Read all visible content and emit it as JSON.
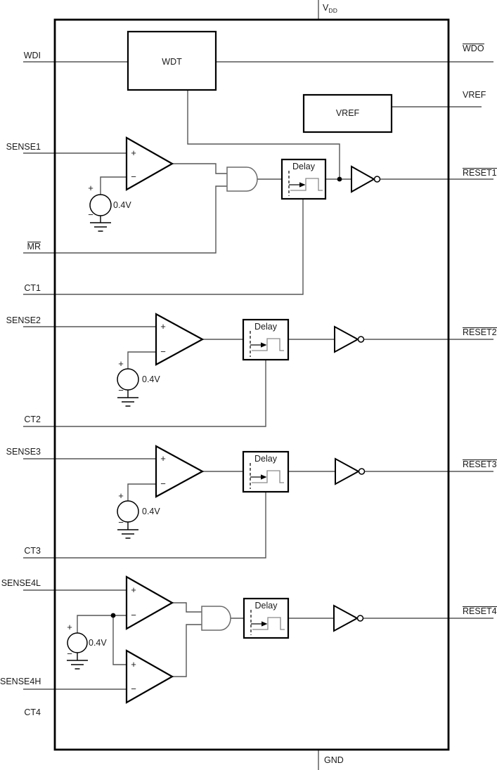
{
  "pins": {
    "top": {
      "vdd_base": "V",
      "vdd_sub": "DD"
    },
    "bottom": {
      "gnd": "GND"
    },
    "left": {
      "wdi": "WDI",
      "sense1": "SENSE1",
      "mr": "MR",
      "ct1": "CT1",
      "sense2": "SENSE2",
      "ct2": "CT2",
      "sense3": "SENSE3",
      "ct3": "CT3",
      "sense4l": "SENSE4L",
      "sense4h": "SENSE4H",
      "ct4": "CT4"
    },
    "right": {
      "wdo": "WDO",
      "vref": "VREF",
      "reset1": "RESET1",
      "reset2": "RESET2",
      "reset3": "RESET3",
      "reset4": "RESET4"
    }
  },
  "blocks": {
    "wdt": "WDT",
    "vref": "VREF",
    "delay": "Delay"
  },
  "reference": {
    "value": "0.4V"
  },
  "symbols": {
    "plus": "+",
    "minus": "−"
  },
  "colors": {
    "wire": "#565656",
    "outline": "#000000",
    "gate": "#6a6a6a",
    "pulse": "#8a8a8a",
    "text": "#1a1a1a",
    "background": "#ffffff"
  }
}
